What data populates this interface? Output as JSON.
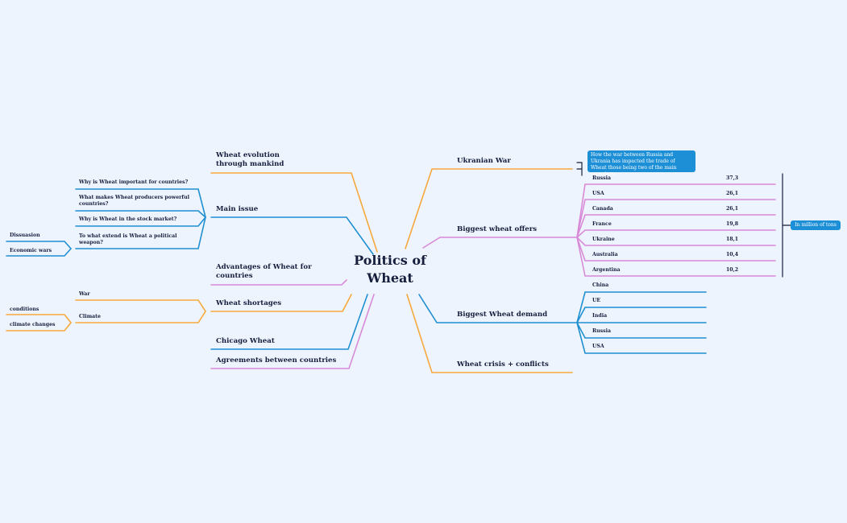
{
  "central_topic": "Politics of Wheat",
  "colors": {
    "background": "#eef4fd",
    "orange": "#f5a93c",
    "blue": "#1f8fd1",
    "pink": "#d88ad8",
    "text": "#151e3d",
    "callout": "#1d8fd6"
  },
  "left_branches": {
    "evolution": "Wheat evolution through mankind",
    "main_issue": "Main issue",
    "advantages": "Advantages of Wheat for countries",
    "shortages": "Wheat shortages",
    "chicago": "Chicago Wheat",
    "agreements": "Agreements between countries"
  },
  "main_issue_items": [
    "Why is Wheat important for countries?",
    "What makes Wheat producers powerful countries?",
    "Why is Wheat in the stock market?",
    "To what extend is Wheat a political weapon?"
  ],
  "political_weapon_items": [
    "Dissuasion",
    "Economic wars"
  ],
  "shortages_items": [
    "War",
    "Climate"
  ],
  "climate_items": [
    "conditions",
    "climate changes"
  ],
  "right_branches": {
    "ukranian_war": "Ukranian War",
    "offers": "Biggest wheat offers",
    "demand": "Biggest Wheat demand",
    "crisis": "Wheat crisis + conflicts"
  },
  "ukranian_war_note": "How the war between Russia and Ukrania has impacted the trade of Wheat those being two of the main exporters.",
  "offers_unit": "In million of tons",
  "offers": [
    {
      "country": "Russia",
      "value": "37,3"
    },
    {
      "country": "USA",
      "value": "26,1"
    },
    {
      "country": "Canada",
      "value": "26,1"
    },
    {
      "country": "France",
      "value": "19,8"
    },
    {
      "country": "Ukraine",
      "value": "18,1"
    },
    {
      "country": "Australia",
      "value": "10,4"
    },
    {
      "country": "Argentina",
      "value": "10,2"
    }
  ],
  "demand": [
    "China",
    "UE",
    "India",
    "Russia",
    "USA"
  ]
}
